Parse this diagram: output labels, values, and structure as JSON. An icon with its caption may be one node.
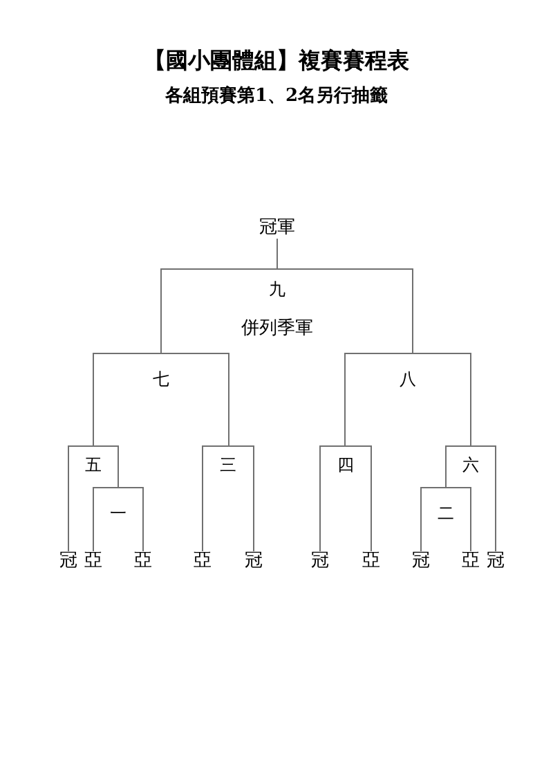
{
  "diagram": {
    "title": "【國小團體組】複賽賽程表",
    "nodes": [
      {
        "text": [
          "冠軍"
        ]
      },
      {
        "text": [
          "九",
          "併列季軍"
        ]
      },
      {
        "text": [
          "七"
        ]
      },
      {
        "text": [
          "八"
        ]
      },
      {
        "text": [
          "五"
        ]
      },
      {
        "text": [
          "三"
        ]
      },
      {
        "text": [
          "四"
        ]
      },
      {
        "text": [
          "六"
        ]
      },
      {
        "text": [
          "一"
        ]
      },
      {
        "text": [
          "二"
        ]
      },
      {
        "text": [
          "冠"
        ]
      },
      {
        "text": [
          "亞"
        ]
      },
      {
        "text": [
          "亞"
        ]
      },
      {
        "text": [
          "亞"
        ]
      },
      {
        "text": [
          "冠"
        ]
      },
      {
        "text": [
          "冠"
        ]
      },
      {
        "text": [
          "亞"
        ]
      },
      {
        "text": [
          "冠"
        ]
      },
      {
        "text": [
          "亞"
        ]
      },
      {
        "text": [
          "冠"
        ]
      }
    ],
    "edges": [
      {
        "from": 1,
        "to": 0,
        "arrow": "none"
      },
      {
        "from": 2,
        "to": 1,
        "arrow": "none"
      },
      {
        "from": 3,
        "to": 1,
        "arrow": "none"
      },
      {
        "from": 4,
        "to": 2,
        "arrow": "none"
      },
      {
        "from": 5,
        "to": 2,
        "arrow": "none"
      },
      {
        "from": 6,
        "to": 3,
        "arrow": "none"
      },
      {
        "from": 7,
        "to": 3,
        "arrow": "none"
      },
      {
        "from": 10,
        "to": 4,
        "arrow": "none"
      },
      {
        "from": 8,
        "to": 4,
        "arrow": "none"
      },
      {
        "from": 11,
        "to": 8,
        "arrow": "none"
      },
      {
        "from": 12,
        "to": 8,
        "arrow": "none"
      },
      {
        "from": 13,
        "to": 5,
        "arrow": "none"
      },
      {
        "from": 14,
        "to": 5,
        "arrow": "none"
      },
      {
        "from": 15,
        "to": 6,
        "arrow": "none"
      },
      {
        "from": 16,
        "to": 6,
        "arrow": "none"
      },
      {
        "from": 17,
        "to": 9,
        "arrow": "none"
      },
      {
        "from": 18,
        "to": 9,
        "arrow": "none"
      },
      {
        "from": 9,
        "to": 7,
        "arrow": "none"
      },
      {
        "from": 19,
        "to": 7,
        "arrow": "none"
      }
    ],
    "labels": [
      "各組預賽第1、2名另行抽籤"
    ]
  }
}
